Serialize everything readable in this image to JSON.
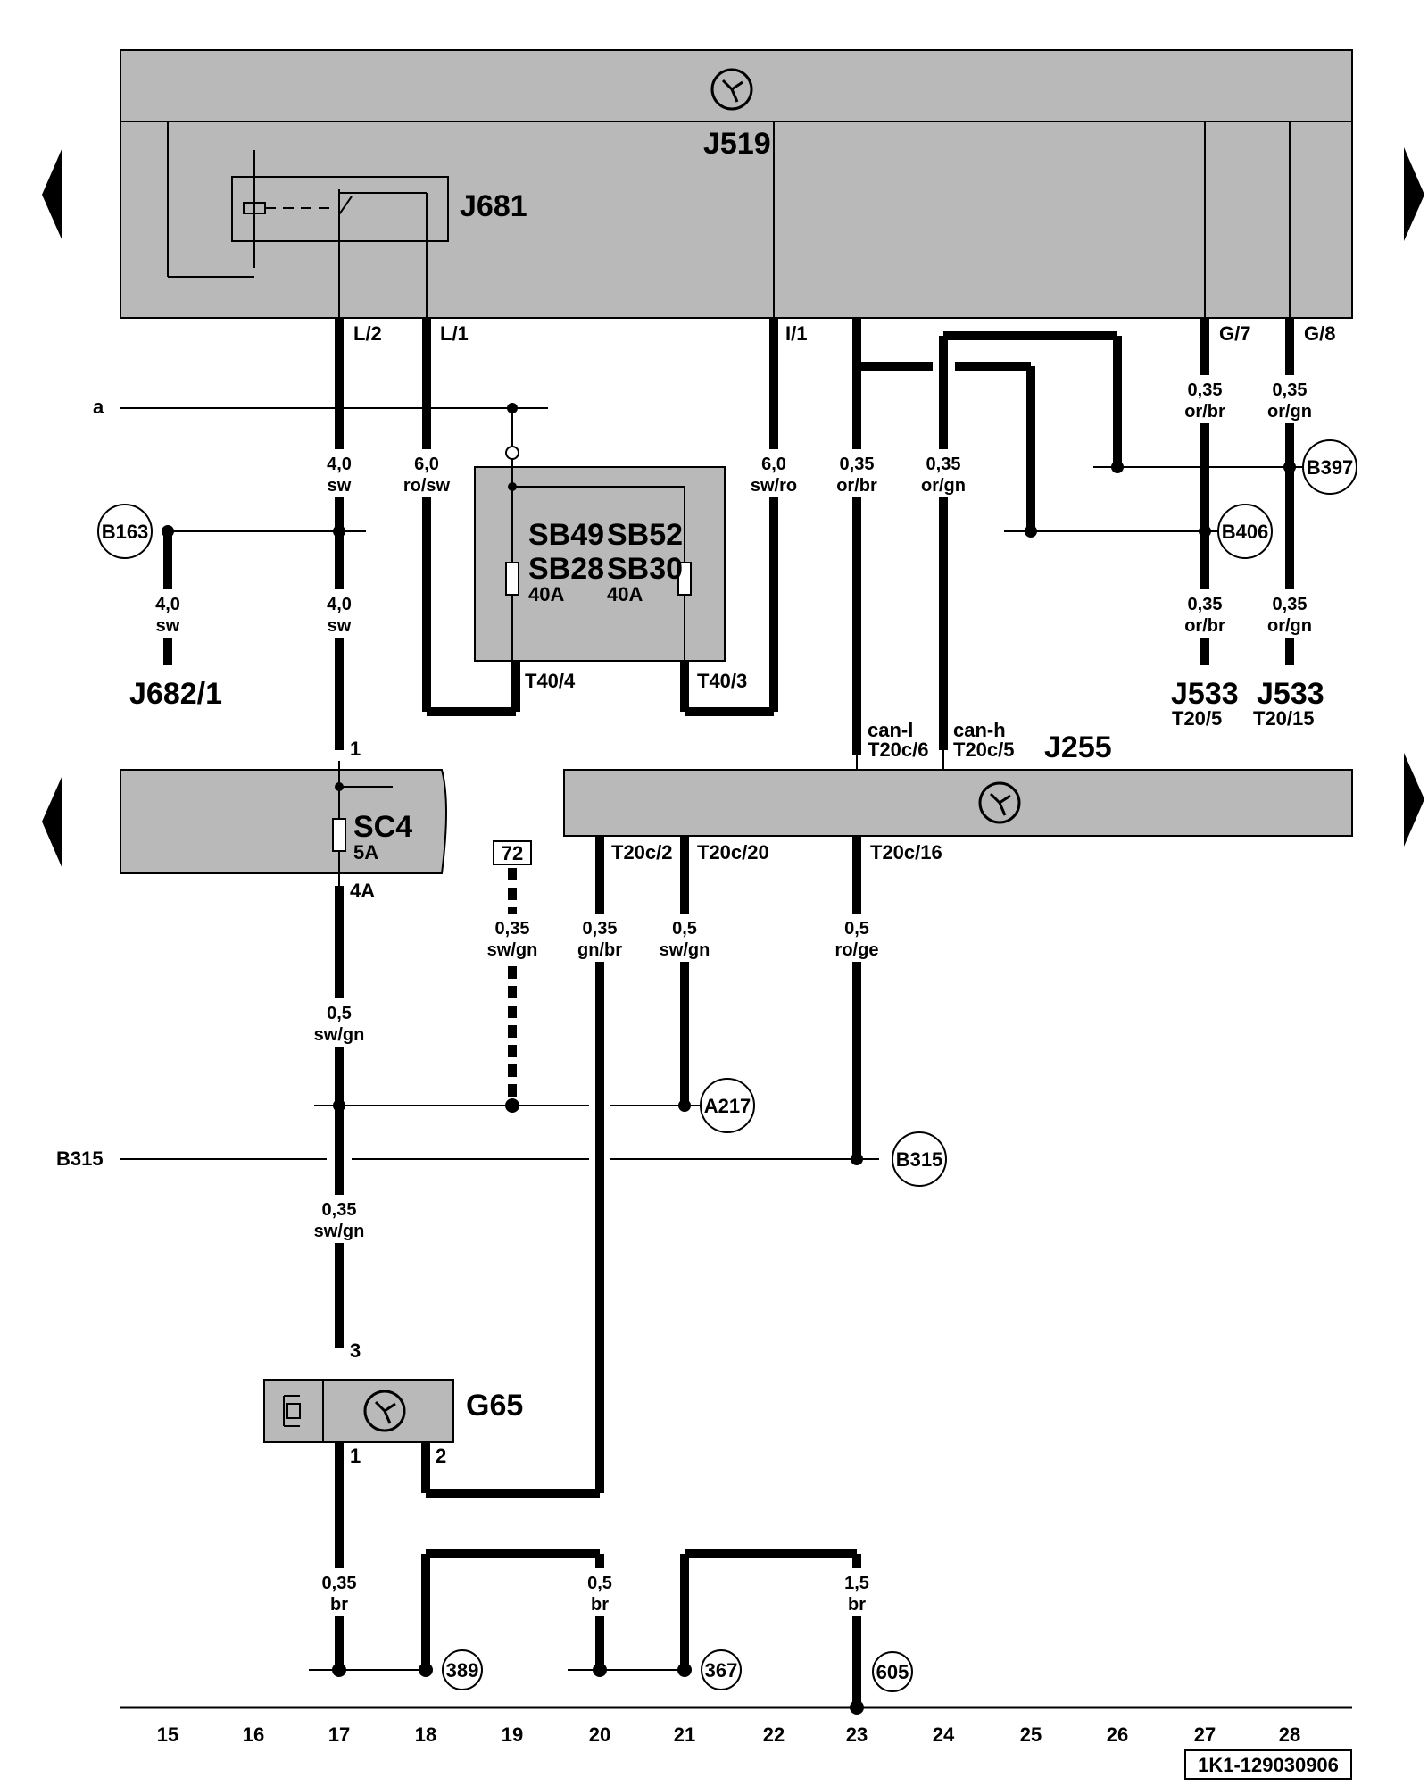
{
  "components": {
    "j519": "J519",
    "j681": "J681",
    "j682": "J682/1",
    "j255": "J255",
    "j533_a": "J533",
    "j533_b": "J533",
    "sc4": "SC4",
    "sc4_rating": "5A",
    "g65": "G65",
    "sb49": "SB49",
    "sb52": "SB52",
    "sb28": "SB28",
    "sb30": "SB30",
    "sb_rating_a": "40A",
    "sb_rating_b": "40A"
  },
  "pins": {
    "l2": "L/2",
    "l1": "L/1",
    "i1": "I/1",
    "g7": "G/7",
    "g8": "G/8",
    "t40_4": "T40/4",
    "t40_3": "T40/3",
    "t20_5": "T20/5",
    "t20_15": "T20/15",
    "can_l": "can-l",
    "can_h": "can-h",
    "t20c6": "T20c/6",
    "t20c5": "T20c/5",
    "t20c2": "T20c/2",
    "t20c20": "T20c/20",
    "t20c16": "T20c/16",
    "sc_in": "1",
    "sc_out": "4A",
    "g65_3": "3",
    "g65_1": "1",
    "g65_2": "2"
  },
  "wires": {
    "w17a": [
      "4,0",
      "sw"
    ],
    "w17b": [
      "4,0",
      "sw"
    ],
    "w15": [
      "4,0",
      "sw"
    ],
    "w18": [
      "6,0",
      "ro/sw"
    ],
    "w22": [
      "6,0",
      "sw/ro"
    ],
    "w23": [
      "0,35",
      "or/br"
    ],
    "w24": [
      "0,35",
      "or/gn"
    ],
    "w27a": [
      "0,35",
      "or/br"
    ],
    "w28a": [
      "0,35",
      "or/gn"
    ],
    "w27b": [
      "0,35",
      "or/br"
    ],
    "w28b": [
      "0,35",
      "or/gn"
    ],
    "w17c": [
      "0,5",
      "sw/gn"
    ],
    "w17d": [
      "0,35",
      "sw/gn"
    ],
    "w19": [
      "0,35",
      "sw/gn"
    ],
    "w20": [
      "0,35",
      "gn/br"
    ],
    "w21": [
      "0,5",
      "sw/gn"
    ],
    "w23b": [
      "0,5",
      "ro/ge"
    ],
    "w17e": [
      "0,35",
      "br"
    ],
    "w20b": [
      "0,5",
      "br"
    ],
    "w23c": [
      "1,5",
      "br"
    ]
  },
  "connectors": {
    "b163": "B163",
    "b397": "B397",
    "b406": "B406",
    "a217": "A217",
    "b315": "B315",
    "n389": "389",
    "n367": "367",
    "n605": "605"
  },
  "labels": {
    "a_line": "a",
    "b315_line": "B315",
    "ref72": "72",
    "doc_id": "1K1-129030906"
  },
  "track_numbers": [
    "15",
    "16",
    "17",
    "18",
    "19",
    "20",
    "21",
    "22",
    "23",
    "24",
    "25",
    "26",
    "27",
    "28"
  ]
}
